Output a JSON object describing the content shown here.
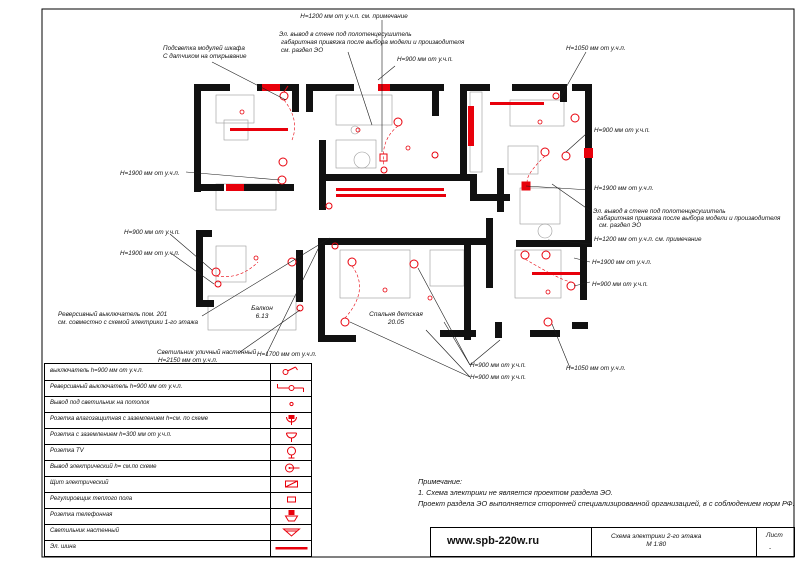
{
  "annotations": {
    "h1200_note": "H=1200 мм от у.ч.п. см. примечание",
    "el_outlet_wall_1": "Эл. вывод в стене под полотенцесушитель",
    "el_outlet_wall_2": "габаритная привязка после выбора модели и производителя",
    "el_outlet_wall_3": "см. раздел ЭО",
    "cabinet_light_1": "Подсветка модулей шкафа",
    "cabinet_light_2": "С датчиком на открывание",
    "h900_top": "H=900 мм от у.ч.п.",
    "h1050_top": "H=1050 мм от у.ч.п.",
    "h900_right_1": "H=900 мм от у.ч.п.",
    "h1900_left_1": "H=1900 мм от у.ч.п.",
    "h1900_right_1": "H=1900 мм от у.ч.п.",
    "el_outlet_right_1": "Эл. вывод в стене под полотенцесушитель",
    "el_outlet_right_2": "габаритная привязка после выбора модели и производителя",
    "el_outlet_right_3": "см. раздел ЭО",
    "h1200_right": "H=1200 мм от у.ч.п. см. примечание",
    "h900_left": "H=900 мм от у.ч.п.",
    "h1900_left_2": "H=1900 мм от у.ч.п.",
    "h1900_right_2": "H=1900 мм от у.ч.п.",
    "h900_right_2": "H=900 мм от у.ч.п.",
    "reversing_1": "Реверсивный выключатель пом. 201",
    "reversing_2": "см. совместно с схемой электрики 1-го этажа",
    "outdoor_light": "Светильник уличный настенный",
    "h2150": "H=2150 мм от у.ч.п.",
    "h1700": "H=1700 мм от у.ч.п.",
    "h900_bottom_1": "H=900 мм от у.ч.п.",
    "h900_bottom_2": "H=900 мм от у.ч.п.",
    "h1050_bottom": "H=1050 мм от у.ч.п."
  },
  "rooms": {
    "balcony_name": "Балкон",
    "balcony_area": "6.13",
    "bedroom_name": "Спальня детская",
    "bedroom_area": "20.05"
  },
  "legend": [
    {
      "label": "выключатель h=900 мм от у.ч.п.",
      "icon": "switch-icon"
    },
    {
      "label": "Реверсивный выключатель h=900 мм от у.ч.п.",
      "icon": "reversing-switch-icon"
    },
    {
      "label": "Вывод под светильник на потолок",
      "icon": "ceiling-outlet-icon"
    },
    {
      "label": "Розетка влагозащитная с заземлением h=см. по схеме",
      "icon": "waterproof-socket-icon"
    },
    {
      "label": "Розетка с заземлением h=300 мм от у.ч.п.",
      "icon": "grounded-socket-icon"
    },
    {
      "label": "Розетка TV",
      "icon": "tv-socket-icon"
    },
    {
      "label": "Вывод электрический h= см.по схеме",
      "icon": "electrical-outlet-icon"
    },
    {
      "label": "Щит электрический",
      "icon": "panel-icon"
    },
    {
      "label": "Регулировщик теплого пола",
      "icon": "floor-heating-regulator-icon"
    },
    {
      "label": "Розетка телефонная",
      "icon": "phone-socket-icon"
    },
    {
      "label": "Светильник настенный",
      "icon": "wall-light-icon"
    },
    {
      "label": "Эл. шина",
      "icon": "busbar-icon"
    }
  ],
  "notes": {
    "heading": "Примечание:",
    "line1": "1. Схема электрики не является проектом раздела ЭО.",
    "line2": "Проект раздела ЭО выполняется сторонней специализированной организацией, в  с соблюдением норм РФ."
  },
  "title_block": {
    "site": "www.spb-220w.ru",
    "drawing_name": "Схема электрики 2-го этажа",
    "scale": "М 1:80",
    "sheet_label": "Лист",
    "sheet_number": "-"
  },
  "colors": {
    "wall": "#111111",
    "electrical": "#e8000b",
    "leader": "#1a1a1a",
    "furniture": "#9a9a9a"
  }
}
